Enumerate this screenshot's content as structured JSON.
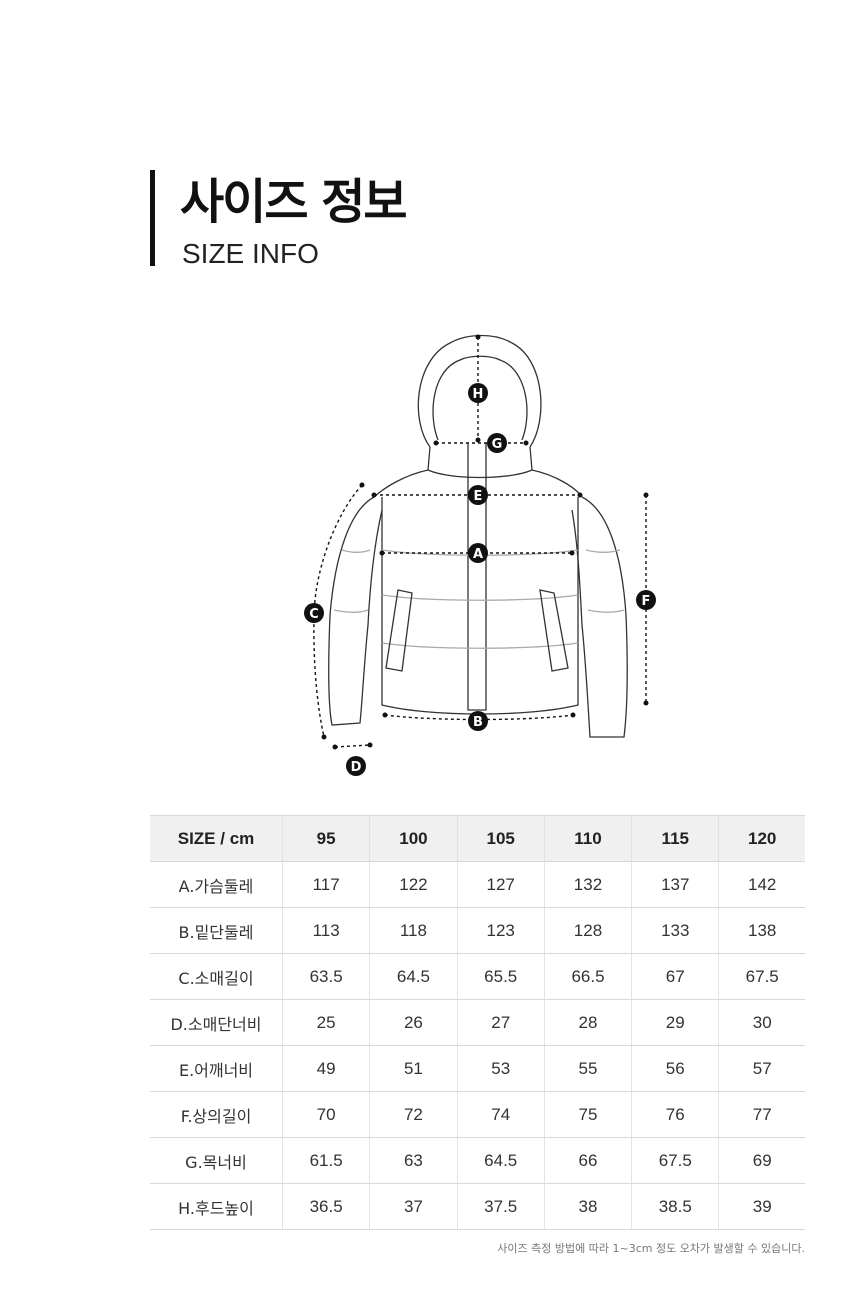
{
  "header": {
    "title_ko": "사이즈 정보",
    "title_en": "SIZE INFO"
  },
  "diagram": {
    "markers": [
      "H",
      "G",
      "E",
      "A",
      "F",
      "C",
      "B",
      "D"
    ]
  },
  "table": {
    "header_label": "SIZE / cm",
    "sizes": [
      "95",
      "100",
      "105",
      "110",
      "115",
      "120"
    ],
    "rows": [
      {
        "label": "A.가슴둘레",
        "values": [
          "117",
          "122",
          "127",
          "132",
          "137",
          "142"
        ]
      },
      {
        "label": "B.밑단둘레",
        "values": [
          "113",
          "118",
          "123",
          "128",
          "133",
          "138"
        ]
      },
      {
        "label": "C.소매길이",
        "values": [
          "63.5",
          "64.5",
          "65.5",
          "66.5",
          "67",
          "67.5"
        ]
      },
      {
        "label": "D.소매단너비",
        "values": [
          "25",
          "26",
          "27",
          "28",
          "29",
          "30"
        ]
      },
      {
        "label": "E.어깨너비",
        "values": [
          "49",
          "51",
          "53",
          "55",
          "56",
          "57"
        ]
      },
      {
        "label": "F.상의길이",
        "values": [
          "70",
          "72",
          "74",
          "75",
          "76",
          "77"
        ]
      },
      {
        "label": "G.목너비",
        "values": [
          "61.5",
          "63",
          "64.5",
          "66",
          "67.5",
          "69"
        ]
      },
      {
        "label": "H.후드높이",
        "values": [
          "36.5",
          "37",
          "37.5",
          "38",
          "38.5",
          "39"
        ]
      }
    ]
  },
  "note": "사이즈 측정 방법에 따라 1~3cm 정도 오차가 발생할 수 있습니다."
}
